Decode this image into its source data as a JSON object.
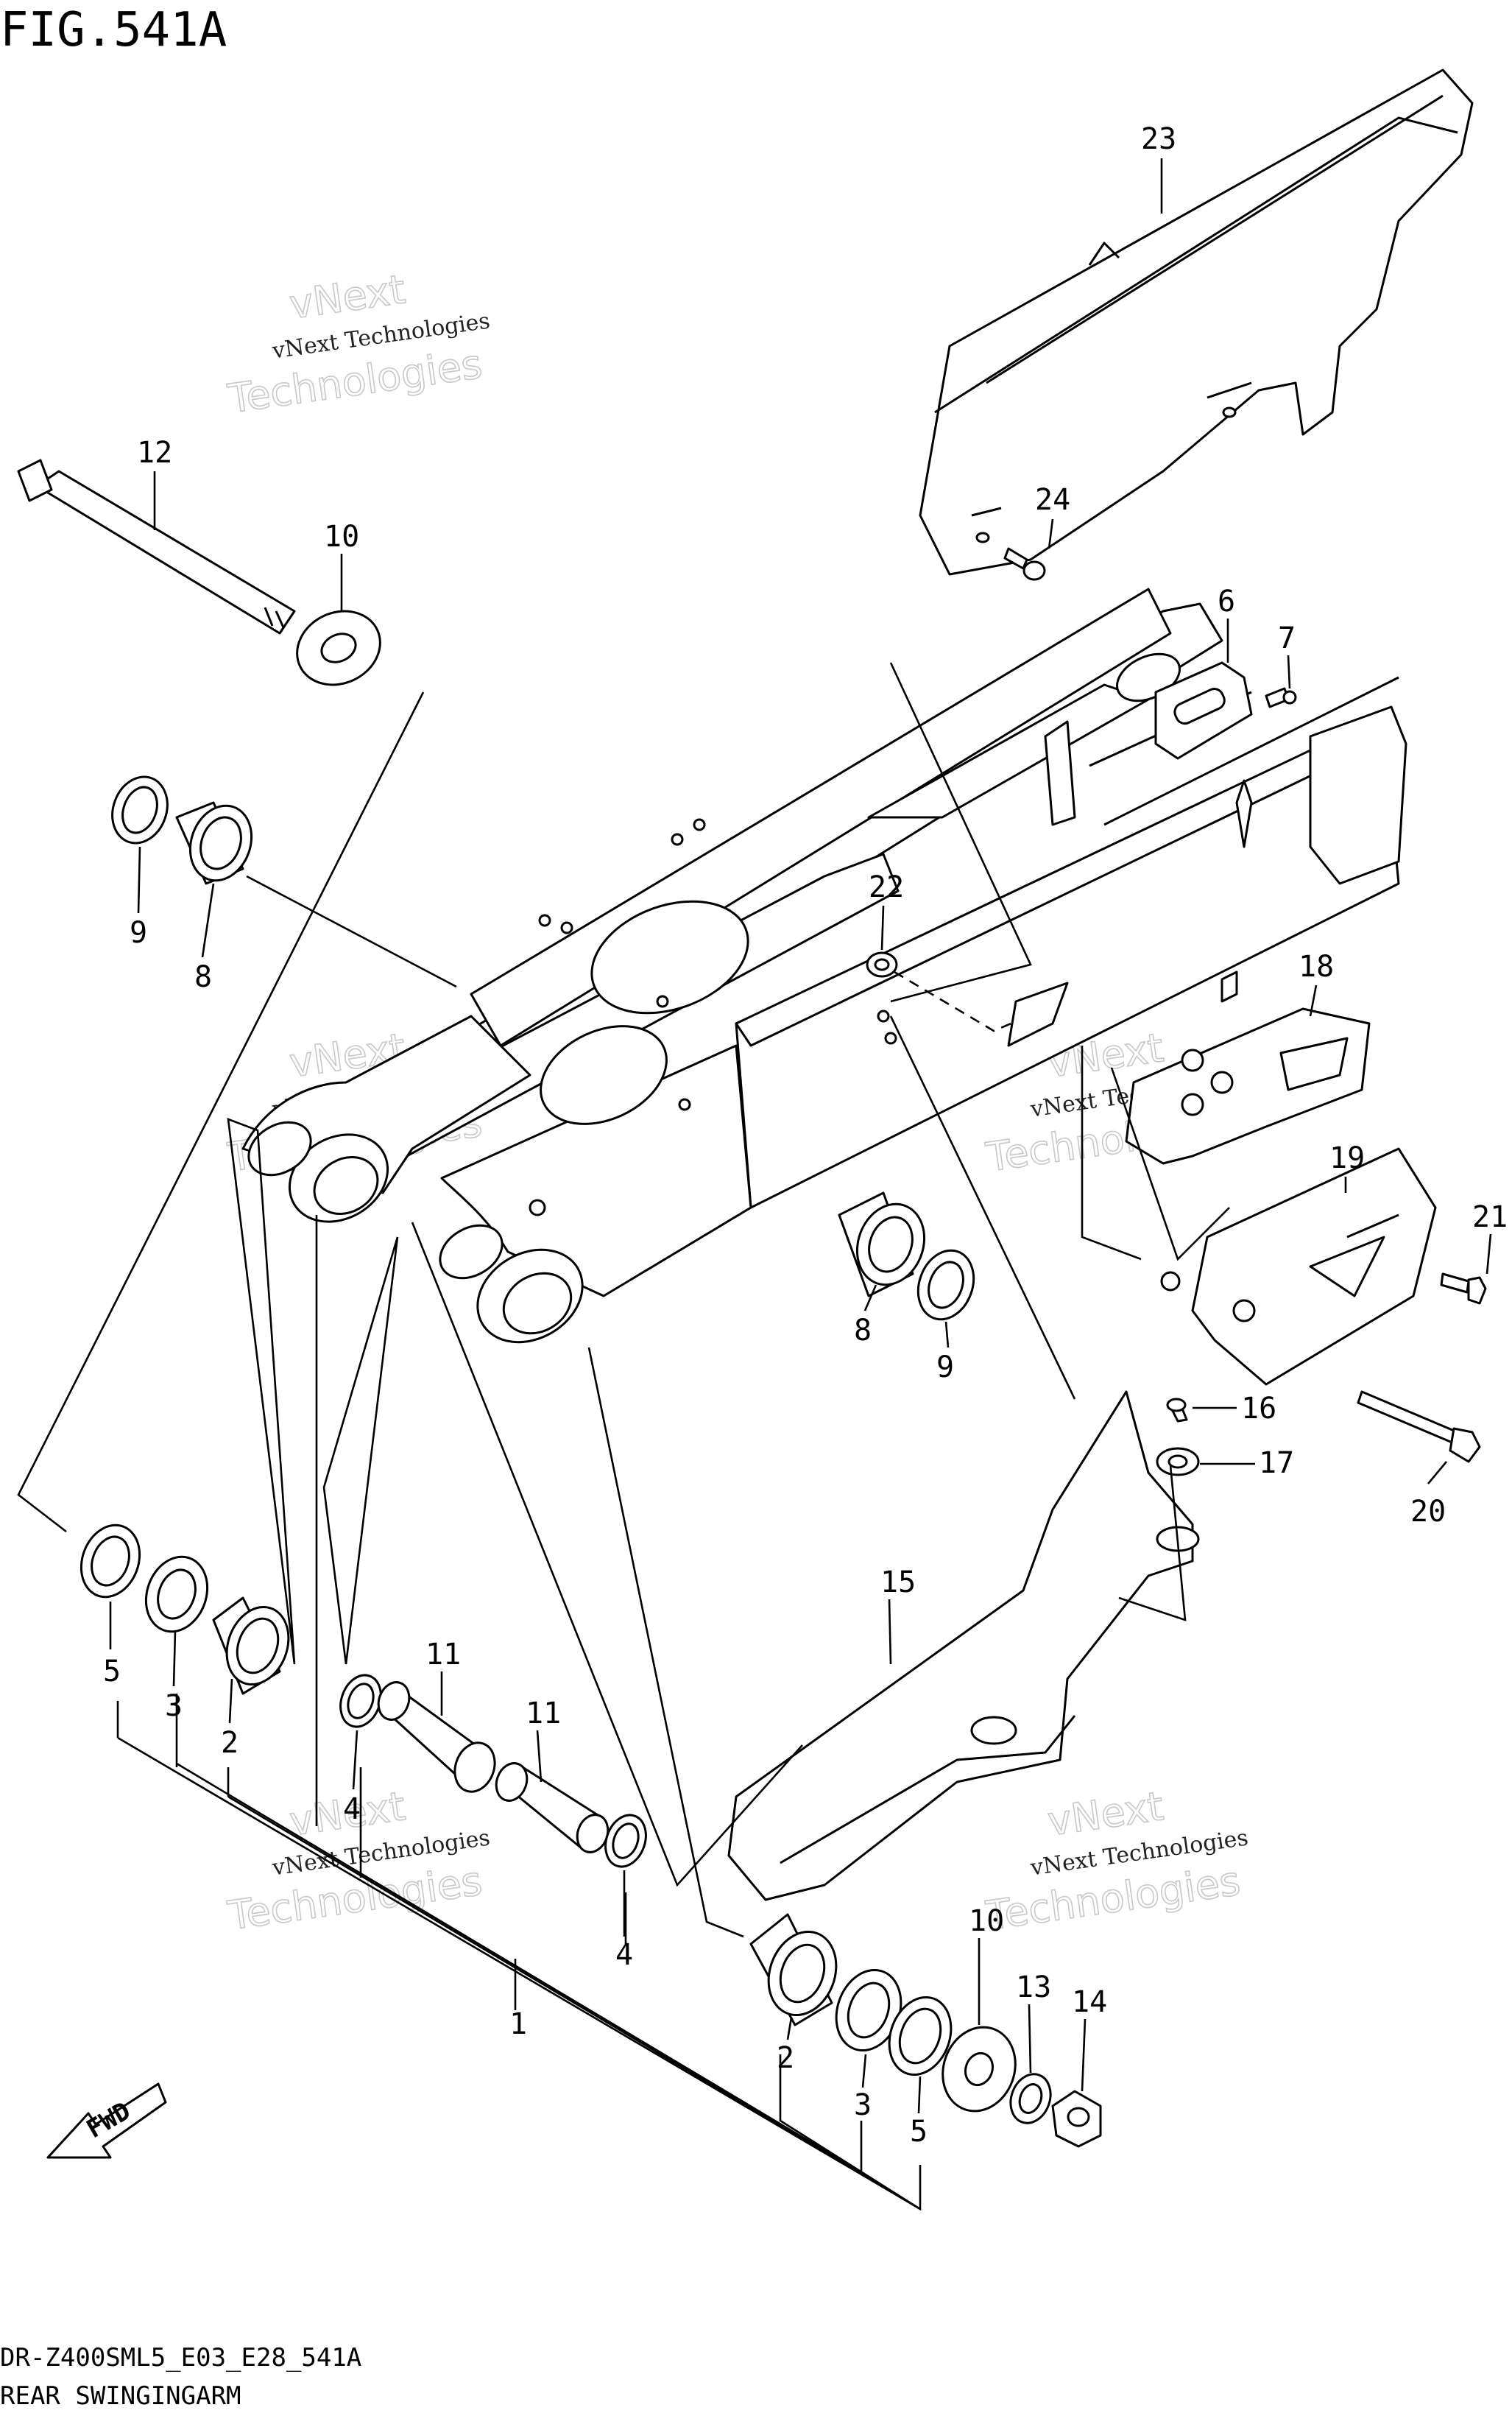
{
  "figure": {
    "title": "FIG.541A",
    "code": "DR-Z400SML5_E03_E28_541A",
    "name": "REAR SWINGINGARM"
  },
  "watermark": {
    "line1": "vNext Technologies",
    "line2_a": "vNext",
    "line2_b": "Technologies"
  },
  "fwd_arrow": {
    "label": "FWD"
  },
  "callouts": [
    {
      "part_no": "1"
    },
    {
      "part_no": "2"
    },
    {
      "part_no": "2"
    },
    {
      "part_no": "3"
    },
    {
      "part_no": "3"
    },
    {
      "part_no": "4"
    },
    {
      "part_no": "4"
    },
    {
      "part_no": "5"
    },
    {
      "part_no": "5"
    },
    {
      "part_no": "6"
    },
    {
      "part_no": "7"
    },
    {
      "part_no": "8"
    },
    {
      "part_no": "8"
    },
    {
      "part_no": "9"
    },
    {
      "part_no": "9"
    },
    {
      "part_no": "10"
    },
    {
      "part_no": "10"
    },
    {
      "part_no": "11"
    },
    {
      "part_no": "11"
    },
    {
      "part_no": "12"
    },
    {
      "part_no": "13"
    },
    {
      "part_no": "14"
    },
    {
      "part_no": "15"
    },
    {
      "part_no": "16"
    },
    {
      "part_no": "17"
    },
    {
      "part_no": "18"
    },
    {
      "part_no": "19"
    },
    {
      "part_no": "20"
    },
    {
      "part_no": "21"
    },
    {
      "part_no": "22"
    },
    {
      "part_no": "23"
    },
    {
      "part_no": "24"
    }
  ]
}
